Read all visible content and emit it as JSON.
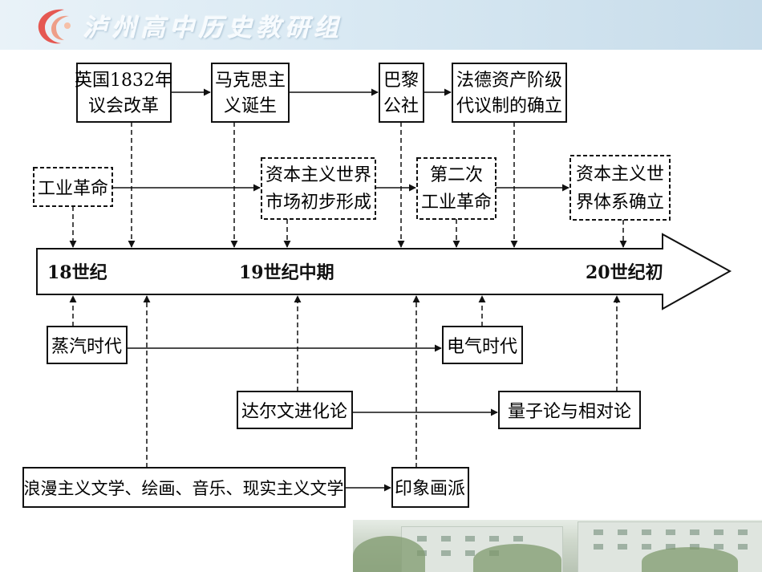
{
  "header": {
    "title": "泸州高中历史教研组"
  },
  "timeline": {
    "labels": [
      "18世纪",
      "19世纪中期",
      "20世纪初"
    ]
  },
  "boxes": {
    "uk_reform": [
      "英国1832年",
      "议会改革"
    ],
    "marxism": [
      "马克思主",
      "义诞生"
    ],
    "paris_commune": [
      "巴黎",
      "公社"
    ],
    "france_germany": [
      "法德资产阶级",
      "代议制的确立"
    ],
    "industrial_revolution": [
      "工业革命"
    ],
    "world_market": [
      "资本主义世界",
      "市场初步形成"
    ],
    "second_industrial": [
      "第二次",
      "工业革命"
    ],
    "world_system": [
      "资本主义世",
      "界体系确立"
    ],
    "steam_age": [
      "蒸汽时代"
    ],
    "electric_age": [
      "电气时代"
    ],
    "darwin": [
      "达尔文进化论"
    ],
    "quantum": [
      "量子论与相对论"
    ],
    "romanticism": [
      "浪漫主义文学、绘画、音乐、现实主义文学"
    ],
    "impressionism": [
      "印象画派"
    ]
  }
}
